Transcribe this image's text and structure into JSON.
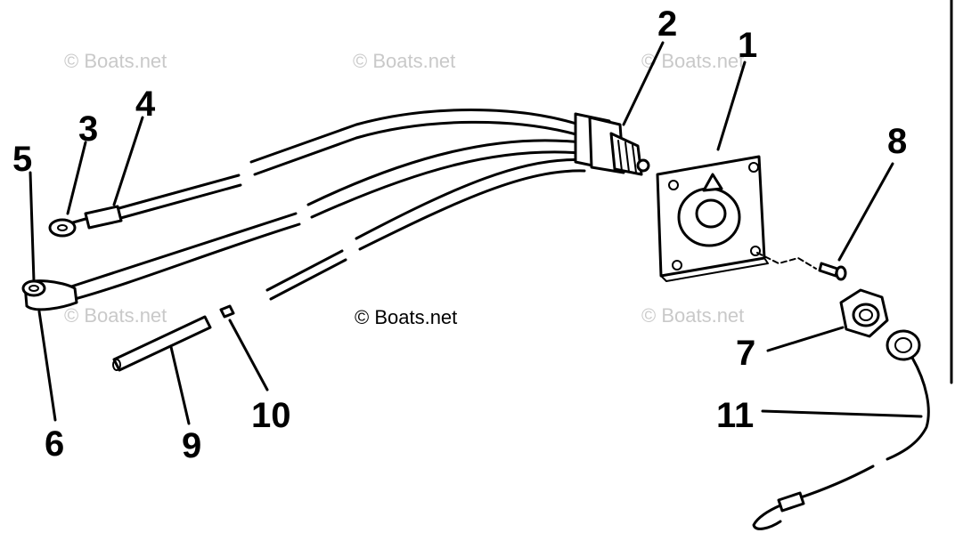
{
  "watermarks": {
    "faded": "© Boats.net",
    "main": "© Boats.net"
  },
  "callouts": [
    "1",
    "2",
    "3",
    "4",
    "5",
    "6",
    "7",
    "8",
    "9",
    "10",
    "11"
  ],
  "colors": {
    "ink": "#000000",
    "paper": "#ffffff",
    "watermark": "#c9c9c9"
  }
}
